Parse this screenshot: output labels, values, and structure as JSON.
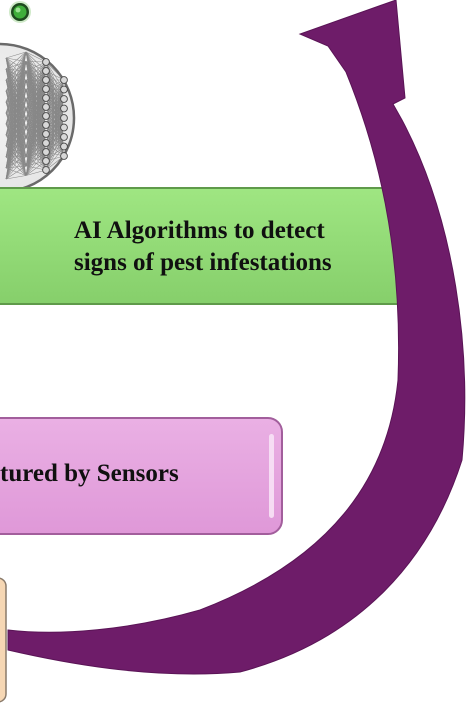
{
  "steps": {
    "ai_algorithms": {
      "line1": "AI Algorithms to detect",
      "line2": "signs of pest infestations"
    },
    "sensors": {
      "text": "tured by Sensors"
    }
  },
  "colors": {
    "arrow": "#6e1c69",
    "green_box": "#8fd872",
    "green_box_border": "#5f9a4a",
    "pink_box": "#e6a0df",
    "pink_box_border": "#a25e9c",
    "peach_box": "#f6d7b4",
    "network_stroke": "#555555"
  },
  "icons": {
    "neural_network": "neural-network-icon",
    "node": "green-node-icon",
    "cycle_arrow": "cycle-arrow-icon"
  }
}
